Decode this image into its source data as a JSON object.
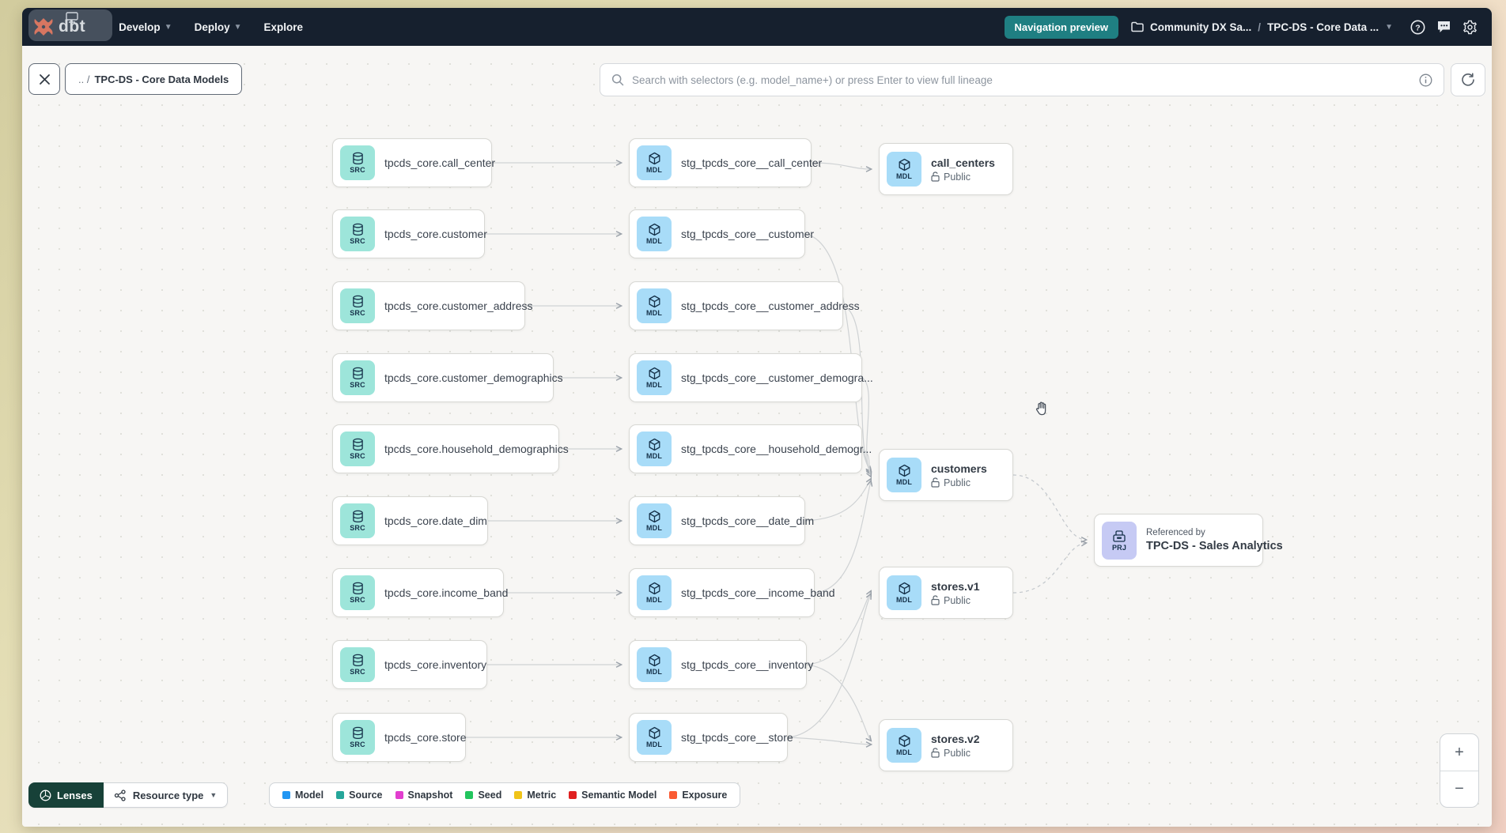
{
  "nav": {
    "logo_text": "dbt",
    "menu": [
      {
        "label": "Develop"
      },
      {
        "label": "Deploy"
      },
      {
        "label": "Explore"
      }
    ],
    "preview_button": "Navigation preview",
    "breadcrumb_project": "Community DX Sa...",
    "breadcrumb_separator": "/",
    "breadcrumb_page": "TPC-DS - Core Data ..."
  },
  "toolbar": {
    "breadcrumb_prefix": ".. /",
    "breadcrumb_title": "TPC-DS - Core Data Models",
    "search_placeholder": "Search with selectors (e.g. model_name+) or press Enter to view full lineage"
  },
  "graph": {
    "icon_labels": {
      "source": "SRC",
      "model": "MDL",
      "project": "PRJ"
    },
    "source_nodes": [
      "tpcds_core.call_center",
      "tpcds_core.customer",
      "tpcds_core.customer_address",
      "tpcds_core.customer_demographics",
      "tpcds_core.household_demographics",
      "tpcds_core.date_dim",
      "tpcds_core.income_band",
      "tpcds_core.inventory",
      "tpcds_core.store"
    ],
    "staging_nodes": [
      "stg_tpcds_core__call_center",
      "stg_tpcds_core__customer",
      "stg_tpcds_core__customer_address",
      "stg_tpcds_core__customer_demogra...",
      "stg_tpcds_core__household_demogr...",
      "stg_tpcds_core__date_dim",
      "stg_tpcds_core__income_band",
      "stg_tpcds_core__inventory",
      "stg_tpcds_core__store"
    ],
    "public_nodes": [
      {
        "title": "call_centers",
        "badge": "Public"
      },
      {
        "title": "customers",
        "badge": "Public"
      },
      {
        "title": "stores.v1",
        "badge": "Public"
      },
      {
        "title": "stores.v2",
        "badge": "Public"
      }
    ],
    "project_node": {
      "subtitle": "Referenced by",
      "title": "TPC-DS - Sales Analytics"
    }
  },
  "footer": {
    "lenses_label": "Lenses",
    "resource_type_label": "Resource type",
    "legend": [
      {
        "label": "Model",
        "color": "#2196f3"
      },
      {
        "label": "Source",
        "color": "#26a69a"
      },
      {
        "label": "Snapshot",
        "color": "#e23ecf"
      },
      {
        "label": "Seed",
        "color": "#22c55e"
      },
      {
        "label": "Metric",
        "color": "#f0c419"
      },
      {
        "label": "Semantic Model",
        "color": "#e02020"
      },
      {
        "label": "Exposure",
        "color": "#fa5a32"
      }
    ]
  },
  "zoom_controls": {
    "zoom_in": "+",
    "zoom_out": "−"
  },
  "colors": {
    "nav_bg": "#16202e",
    "preview_button_bg": "#1f7f82",
    "source_tile": "#9de5da",
    "model_tile": "#a8dcf8",
    "project_tile": "#c6caf4",
    "lenses_bg": "#174138"
  }
}
